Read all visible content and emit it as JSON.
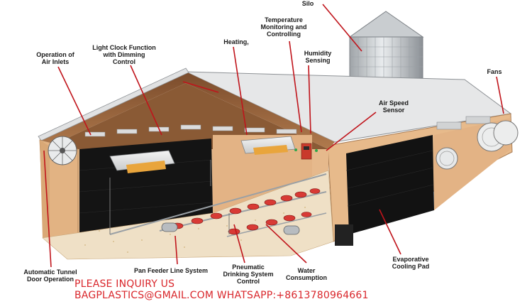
{
  "labels": {
    "silo": "Silo",
    "temperature": "Temperature\nMonitoring and\nControlling",
    "light_clock": "Light Clock Function\nwith Dimming\nControl",
    "heating": "Heating,",
    "humidity": "Humidity\nSensing",
    "air_inlets": "Operation of\nAir Inlets",
    "fans": "Fans",
    "air_speed": "Air Speed\nSensor",
    "evaporative": "Evaporative\nCooling Pad",
    "tunnel_door": "Automatic Tunnel\nDoor Operation",
    "pan_feeder": "Pan Feeder Line System",
    "pneumatic": "Pneumatic\nDrinking System\nControl",
    "water": "Water\nConsumption"
  },
  "watermark": {
    "line1": "PLEASE INQUIRY US",
    "line2": "BAGPLASTICS@GMAIL.COM WHATSAPP:+8613780964661"
  },
  "colors": {
    "callout_line": "#c0141b",
    "watermark": "#d9262b",
    "roof": "#e8e9ea",
    "interior_wall": "#e6b98c",
    "floor": "#efe0c6",
    "curtain": "#151515",
    "exterior_wall": "#e7ba8b"
  }
}
